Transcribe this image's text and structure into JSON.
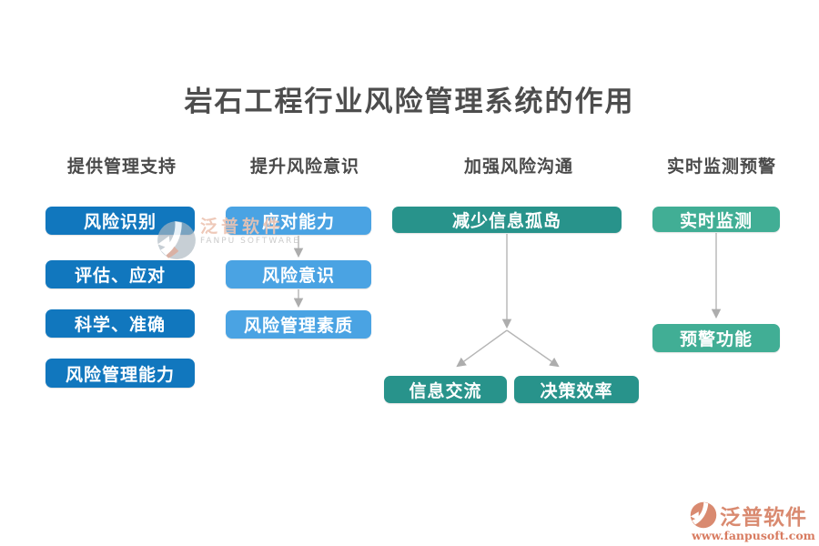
{
  "title": "岩石工程行业风险管理系统的作用",
  "colors": {
    "title_text": "#4d4d4d",
    "header_text": "#4a4a4a",
    "col1_box": "#1177be",
    "col2_box": "#4aa3e3",
    "col3_box": "#28938b",
    "col4_box": "#41ae95",
    "arrow": "#b5b5b5",
    "brand_salmon": "#d98a70"
  },
  "columns": [
    {
      "header": "提供管理支持",
      "boxes": [
        "风险识别",
        "评估、应对",
        "科学、准确",
        "风险管理能力"
      ]
    },
    {
      "header": "提升风险意识",
      "boxes": [
        "应对能力",
        "风险意识",
        "风险管理素质"
      ]
    },
    {
      "header": "加强风险沟通",
      "boxes": [
        "减少信息孤岛",
        "信息交流",
        "决策效率"
      ]
    },
    {
      "header": "实时监测预警",
      "boxes": [
        "实时监测",
        "预警功能"
      ]
    }
  ],
  "watermark": {
    "brand": "泛普软件",
    "caption": "FANPU SOFTWARE"
  },
  "footer": {
    "brand": "泛普软件",
    "url": "www.fanpusoft.com"
  }
}
